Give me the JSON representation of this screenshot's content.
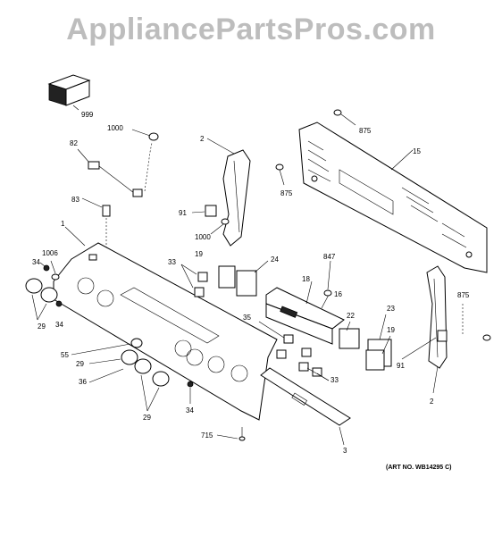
{
  "watermark": "AppliancePartsPros.com",
  "art_number": "(ART NO. WB14295 C)",
  "callouts": {
    "c999": "999",
    "c1000a": "1000",
    "c875a": "875",
    "c82": "82",
    "c2a": "2",
    "c15": "15",
    "c875b": "875",
    "c91a": "91",
    "c1000b": "1000",
    "c83": "83",
    "c1": "1",
    "c19a": "19",
    "c24": "24",
    "c847": "847",
    "c1006": "1006",
    "c33a": "33",
    "c18": "18",
    "c16": "16",
    "c34a": "34",
    "c34b": "34",
    "c29a": "29",
    "c35": "35",
    "c22": "22",
    "c23": "23",
    "c875c": "875",
    "c19b": "19",
    "c55": "55",
    "c29b": "29",
    "c36": "36",
    "c33b": "33",
    "c91b": "91",
    "c29c": "29",
    "c34c": "34",
    "c2b": "2",
    "c715": "715",
    "c3": "3"
  }
}
